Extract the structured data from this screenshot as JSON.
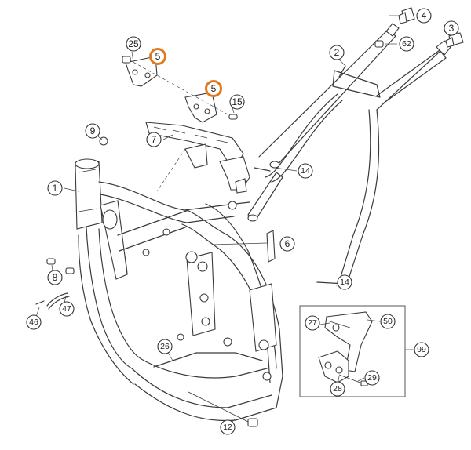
{
  "diagram": {
    "callouts": {
      "c25": "25",
      "c5a": "5",
      "c5b": "5",
      "c15": "15",
      "c4": "4",
      "c3": "3",
      "c2": "2",
      "c62": "62",
      "c9": "9",
      "c7": "7",
      "c14a": "14",
      "c1": "1",
      "c6": "6",
      "c8": "8",
      "c47": "47",
      "c46": "46",
      "c14b": "14",
      "c26": "26",
      "c27": "27",
      "c50": "50",
      "c99": "99",
      "c29": "29",
      "c28": "28",
      "c12": "12"
    },
    "highlight_color": "#e07a1f"
  }
}
